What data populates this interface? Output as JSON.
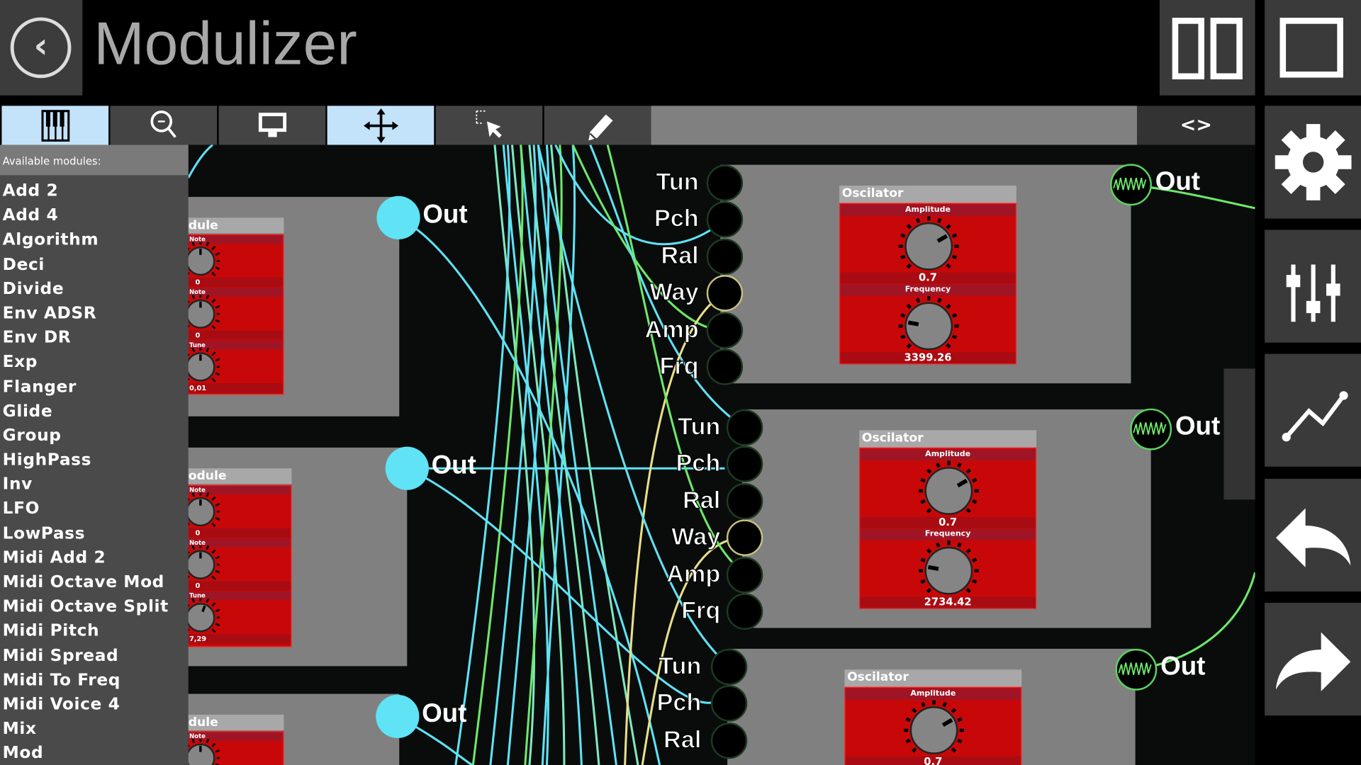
{
  "header": {
    "title": "Modulizer",
    "back_icon": "back-arrow-icon",
    "pause_icon": "pause-icon",
    "stop_icon": "stop-icon"
  },
  "toolbar": {
    "buttons": [
      {
        "icon": "piano-keys-icon",
        "active": true
      },
      {
        "icon": "zoom-out-icon",
        "active": false
      },
      {
        "icon": "fit-screen-icon",
        "active": false
      },
      {
        "icon": "move-arrows-icon",
        "active": true
      },
      {
        "icon": "select-cursor-icon",
        "active": false
      },
      {
        "icon": "pencil-icon",
        "active": false
      }
    ],
    "toggle_label": "<>"
  },
  "right_sidebar": [
    "gear-icon",
    "sliders-icon",
    "graph-icon",
    "undo-icon",
    "redo-icon"
  ],
  "module_list": {
    "header": "Available modules:",
    "items": [
      "Add 2",
      "Add 4",
      "Algorithm",
      "Deci",
      "Divide",
      "Env ADSR",
      "Env DR",
      "Exp",
      "Flanger",
      "Glide",
      "Group",
      "HighPass",
      "Inv",
      "LFO",
      "LowPass",
      "Midi Add 2",
      "Midi Octave Mod",
      "Midi Octave Split",
      "Midi Pitch",
      "Midi Spread",
      "Midi To Freq",
      "Midi Voice 4",
      "Mix",
      "Mod"
    ]
  },
  "left_modules": [
    {
      "title": "dule",
      "out": "Out",
      "knobs": [
        {
          "label": "Note",
          "value": "0"
        },
        {
          "label": "Note",
          "value": "0"
        },
        {
          "label": "Tune",
          "value": "0,01"
        }
      ]
    },
    {
      "title": "odule",
      "out": "Out",
      "knobs": [
        {
          "label": "Note",
          "value": "0"
        },
        {
          "label": "Note",
          "value": "0"
        },
        {
          "label": "Tune",
          "value": "7,29"
        }
      ]
    },
    {
      "title": "dule",
      "out": "Out",
      "knobs": [
        {
          "label": "Note",
          "value": ""
        }
      ]
    }
  ],
  "oscillators": [
    {
      "title": "Oscilator",
      "out": "Out",
      "ports": [
        "Tun",
        "Pch",
        "Ral",
        "Way",
        "Amp",
        "Frq"
      ],
      "knobs": [
        {
          "label": "Amplitude",
          "value": "0.7"
        },
        {
          "label": "Frequency",
          "value": "3399.26"
        }
      ]
    },
    {
      "title": "Oscilator",
      "out": "Out",
      "ports": [
        "Tun",
        "Pch",
        "Ral",
        "Way",
        "Amp",
        "Frq"
      ],
      "knobs": [
        {
          "label": "Amplitude",
          "value": "0.7"
        },
        {
          "label": "Frequency",
          "value": "2734.42"
        }
      ]
    },
    {
      "title": "Oscilator",
      "out": "Out",
      "ports": [
        "Tun",
        "Pch",
        "Ral"
      ],
      "knobs": [
        {
          "label": "Amplitude",
          "value": "0.7"
        }
      ]
    }
  ],
  "colors": {
    "accent": "#c3e3fb",
    "cyan_wire": "#5fe3f5",
    "green_wire": "#6ee86a",
    "panel_red": "#c80808"
  }
}
